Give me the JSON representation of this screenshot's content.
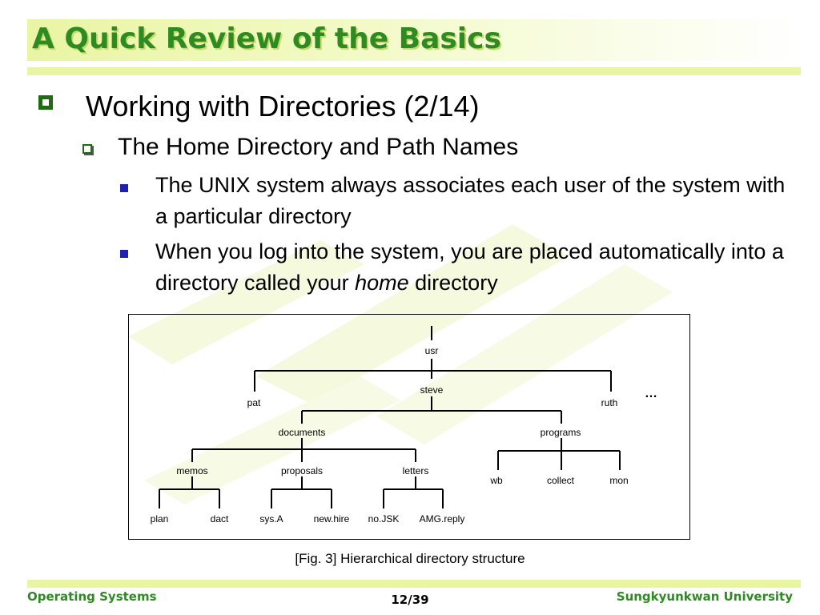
{
  "slide": {
    "title": "A Quick Review of the Basics",
    "heading": "Working with Directories (2/14)",
    "subheading": "The Home Directory and Path Names",
    "bullets": [
      {
        "text": "The UNIX system always associates each user of the system with a particular directory"
      },
      {
        "text_before": "When you log into the system, you are placed automatically into a directory called your ",
        "emphasis": "home",
        "text_after": " directory"
      }
    ]
  },
  "figure": {
    "caption": "[Fig. 3] Hierarchical directory structure",
    "nodes": {
      "usr": "usr",
      "steve": "steve",
      "pat": "pat",
      "ruth": "ruth",
      "more": "…",
      "documents": "documents",
      "programs": "programs",
      "memos": "memos",
      "proposals": "proposals",
      "letters": "letters",
      "wb": "wb",
      "collect": "collect",
      "mon": "mon",
      "plan": "plan",
      "dact": "dact",
      "sysA": "sys.A",
      "newhire": "new.hire",
      "noJSK": "no.JSK",
      "AMGreply": "AMG.reply"
    }
  },
  "footer": {
    "course": "Operating Systems",
    "page": "12/39",
    "university": "Sungkyunkwan University"
  },
  "colors": {
    "title_green": "#2e8b22",
    "band_yellow": "#e9f5a3",
    "bullet_blue": "#1f1fb0",
    "bullet_green": "#1e6b12"
  }
}
